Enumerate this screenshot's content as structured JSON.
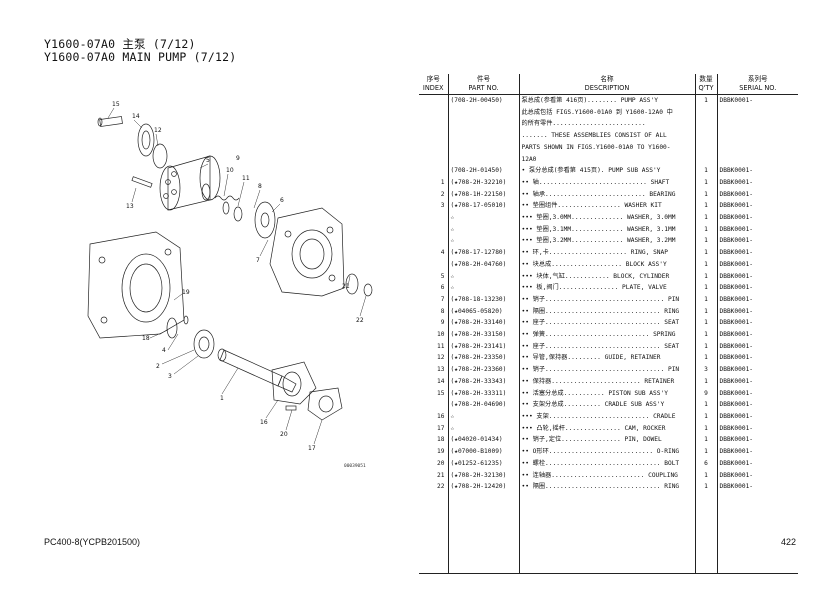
{
  "page": {
    "title_line1": "Y1600-07A0 主泵 (7/12)",
    "title_line2": "Y1600-07A0 MAIN PUMP (7/12)",
    "footer_left": "PC400-8(YCPB201500)",
    "page_number": "422",
    "figure_code": "00039051"
  },
  "table": {
    "headers": [
      {
        "cn": "序号",
        "en": "INDEX"
      },
      {
        "cn": "件号",
        "en": "PART NO."
      },
      {
        "cn": "名称",
        "en": "DESCRIPTION"
      },
      {
        "cn": "数量",
        "en": "Q'TY"
      },
      {
        "cn": "系列号",
        "en": "SERIAL NO."
      }
    ],
    "rows": [
      {
        "index": "",
        "part": "(708-2H-00450)",
        "desc": "泵总成(参看第 416页)........ PUMP ASS'Y",
        "qty": "1",
        "serial": "DBBK0001-"
      },
      {
        "index": "",
        "part": "",
        "desc": "此总成包括 FIGS.Y1600-01A0 到 Y1600-12A0 中",
        "qty": "",
        "serial": ""
      },
      {
        "index": "",
        "part": "",
        "desc": "的所有零件.........................",
        "qty": "",
        "serial": ""
      },
      {
        "index": "",
        "part": "",
        "desc": "....... THESE ASSEMBLIES CONSIST OF ALL",
        "qty": "",
        "serial": ""
      },
      {
        "index": "",
        "part": "",
        "desc": "PARTS SHOWN IN FIGS.Y1600-01A0 TO Y1600-",
        "qty": "",
        "serial": ""
      },
      {
        "index": "",
        "part": "",
        "desc": "12A0",
        "qty": "",
        "serial": ""
      },
      {
        "index": "",
        "part": "(708-2H-01450)",
        "desc": "• 泵分总成(参看第 415页). PUMP SUB ASS'Y",
        "qty": "1",
        "serial": "DBBK0001-"
      },
      {
        "index": "1",
        "part": "(★708-2H-32210)",
        "desc": "•• 轴............................. SHAFT",
        "qty": "1",
        "serial": "DBBK0001-"
      },
      {
        "index": "2",
        "part": "(★708-1H-22150)",
        "desc": "•• 轴承........................... BEARING",
        "qty": "1",
        "serial": "DBBK0001-"
      },
      {
        "index": "3",
        "part": "(★708-17-05010)",
        "desc": "•• 垫圈组件................. WASHER KIT",
        "qty": "1",
        "serial": "DBBK0001-"
      },
      {
        "index": "",
        "part": "☆",
        "desc": "••• 垫圈,3.0MM.............. WASHER, 3.0MM",
        "qty": "1",
        "serial": "DBBK0001-"
      },
      {
        "index": "",
        "part": "☆",
        "desc": "••• 垫圈,3.1MM.............. WASHER, 3.1MM",
        "qty": "1",
        "serial": "DBBK0001-"
      },
      {
        "index": "",
        "part": "☆",
        "desc": "••• 垫圈,3.2MM.............. WASHER, 3.2MM",
        "qty": "1",
        "serial": "DBBK0001-"
      },
      {
        "index": "4",
        "part": "(★708-17-12780)",
        "desc": "•• 环,卡..................... RING, SNAP",
        "qty": "1",
        "serial": "DBBK0001-"
      },
      {
        "index": "",
        "part": "(★708-2H-04760)",
        "desc": "•• 块总成................... BLOCK ASS'Y",
        "qty": "1",
        "serial": "DBBK0001-"
      },
      {
        "index": "5",
        "part": "☆",
        "desc": "••• 块体,气缸............ BLOCK, CYLINDER",
        "qty": "1",
        "serial": "DBBK0001-"
      },
      {
        "index": "6",
        "part": "☆",
        "desc": "••• 板,阀门................ PLATE, VALVE",
        "qty": "1",
        "serial": "DBBK0001-"
      },
      {
        "index": "7",
        "part": "(★708-18-13230)",
        "desc": "•• 销子................................ PIN",
        "qty": "1",
        "serial": "DBBK0001-"
      },
      {
        "index": "8",
        "part": "(★04065-05820)",
        "desc": "•• 隔圈............................... RING",
        "qty": "1",
        "serial": "DBBK0001-"
      },
      {
        "index": "9",
        "part": "(★708-2H-33140)",
        "desc": "•• 座子............................... SEAT",
        "qty": "1",
        "serial": "DBBK0001-"
      },
      {
        "index": "10",
        "part": "(★708-2H-33150)",
        "desc": "•• 弹簧............................ SPRING",
        "qty": "1",
        "serial": "DBBK0001-"
      },
      {
        "index": "11",
        "part": "(★708-2H-23141)",
        "desc": "•• 座子............................... SEAT",
        "qty": "1",
        "serial": "DBBK0001-"
      },
      {
        "index": "12",
        "part": "(★708-2H-23350)",
        "desc": "•• 导管,保持器......... GUIDE, RETAINER",
        "qty": "1",
        "serial": "DBBK0001-"
      },
      {
        "index": "13",
        "part": "(★708-2H-23360)",
        "desc": "•• 销子................................ PIN",
        "qty": "3",
        "serial": "DBBK0001-"
      },
      {
        "index": "14",
        "part": "(★708-2H-33343)",
        "desc": "•• 保持器........................ RETAINER",
        "qty": "1",
        "serial": "DBBK0001-"
      },
      {
        "index": "15",
        "part": "(★708-2H-33311)",
        "desc": "•• 活塞分总成........... PISTON SUB ASS'Y",
        "qty": "9",
        "serial": "DBBK0001-"
      },
      {
        "index": "",
        "part": "(★708-2H-04690)",
        "desc": "•• 支架分总成.......... CRADLE SUB ASS'Y",
        "qty": "1",
        "serial": "DBBK0001-"
      },
      {
        "index": "16",
        "part": "☆",
        "desc": "••• 支架........................... CRADLE",
        "qty": "1",
        "serial": "DBBK0001-"
      },
      {
        "index": "17",
        "part": "☆",
        "desc": "••• 凸轮,摇杆............... CAM, ROCKER",
        "qty": "1",
        "serial": "DBBK0001-"
      },
      {
        "index": "18",
        "part": "(★04020-01434)",
        "desc": "•• 销子,定位................ PIN, DOWEL",
        "qty": "1",
        "serial": "DBBK0001-"
      },
      {
        "index": "19",
        "part": "(★07000-B1009)",
        "desc": "•• O形环............................ O-RING",
        "qty": "1",
        "serial": "DBBK0001-"
      },
      {
        "index": "20",
        "part": "(★01252-61235)",
        "desc": "•• 螺栓............................... BOLT",
        "qty": "6",
        "serial": "DBBK0001-"
      },
      {
        "index": "21",
        "part": "(★708-2H-32130)",
        "desc": "•• 连轴器......................... COUPLING",
        "qty": "1",
        "serial": "DBBK0001-"
      },
      {
        "index": "22",
        "part": "(★708-2H-12420)",
        "desc": "•• 隔圈............................... RING",
        "qty": "1",
        "serial": "DBBK0001-"
      }
    ]
  },
  "diagram": {
    "callouts": [
      "15",
      "14",
      "12",
      "5",
      "9",
      "10",
      "11",
      "8",
      "6",
      "7",
      "13",
      "19",
      "18",
      "22",
      "21",
      "4",
      "2",
      "3",
      "1",
      "16",
      "20",
      "17"
    ]
  }
}
